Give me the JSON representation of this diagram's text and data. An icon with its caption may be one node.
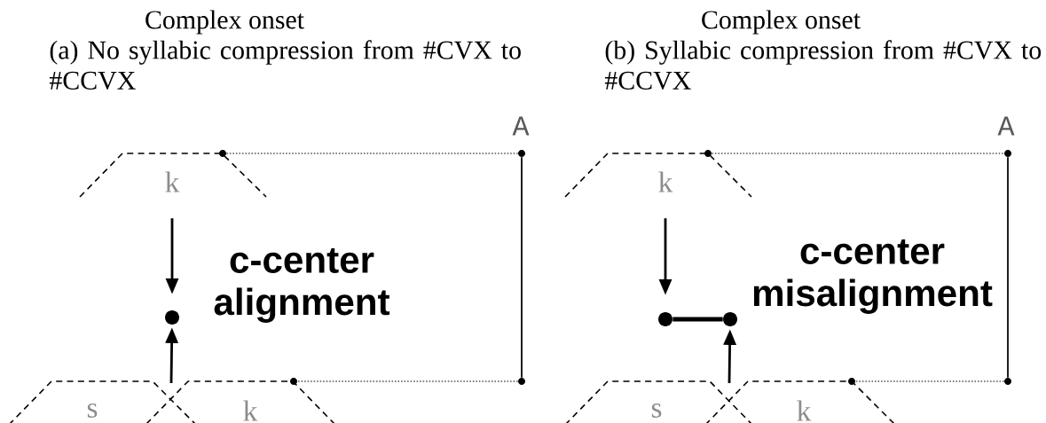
{
  "diagram": {
    "nodes": [
      {
        "text": [
          "k"
        ]
      },
      {
        "text": [
          "s"
        ]
      },
      {
        "text": [
          "k"
        ]
      },
      {
        "text": [],
        "shape": "circle"
      },
      {
        "text": [],
        "shape": "circle"
      },
      {
        "text": [],
        "shape": "circle",
        "beside": [
          "A"
        ]
      },
      {
        "text": [],
        "shape": "circle"
      },
      {
        "text": [],
        "shape": "circle"
      },
      {
        "text": [
          "k"
        ]
      },
      {
        "text": [
          "s"
        ]
      },
      {
        "text": [
          "k"
        ]
      },
      {
        "text": [],
        "shape": "circle"
      },
      {
        "text": [],
        "shape": "circle"
      },
      {
        "text": [],
        "shape": "circle"
      },
      {
        "text": [],
        "shape": "circle",
        "beside": [
          "A"
        ]
      },
      {
        "text": [],
        "shape": "circle"
      },
      {
        "text": [],
        "shape": "circle"
      }
    ],
    "edges": [
      {
        "from": 0,
        "to": 3,
        "arrow": "to"
      },
      {
        "from": 1,
        "to": 3,
        "arrow": "to"
      },
      {
        "from": 4,
        "to": 5,
        "arrow": "none",
        "style": "dashed",
        "color": "#555555"
      },
      {
        "from": 5,
        "to": 6,
        "arrow": "none"
      },
      {
        "from": 6,
        "to": 7,
        "arrow": "none",
        "style": "dashed",
        "color": "#555555"
      },
      {
        "from": 8,
        "to": 11,
        "arrow": "to"
      },
      {
        "from": 9,
        "to": 12,
        "arrow": "to"
      },
      {
        "from": 11,
        "to": 12,
        "arrow": "none",
        "style": "thick"
      },
      {
        "from": 13,
        "to": 14,
        "arrow": "none",
        "style": "dashed",
        "color": "#555555"
      },
      {
        "from": 14,
        "to": 15,
        "arrow": "none"
      },
      {
        "from": 15,
        "to": 16,
        "arrow": "none",
        "style": "dashed",
        "color": "#555555"
      }
    ],
    "labels": [
      "Complex onset",
      "Complex onset",
      "(a) No syllabic compression from #CVX to #CCVX",
      "(b) Syllabic compression from #CVX to #CCVX",
      "c-center alignment",
      "c-center misalignment"
    ]
  }
}
